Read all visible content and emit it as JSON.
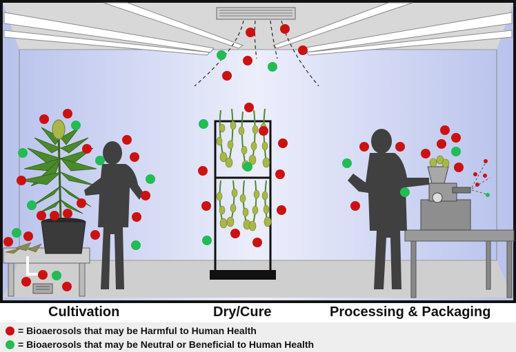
{
  "areas": {
    "cultivation": "Cultivation",
    "dry_cure": "Dry/Cure",
    "processing": "Processing & Packaging"
  },
  "legend": {
    "harmful": {
      "color": "#cc1111",
      "text": "= Bioaerosols that may be Harmful to Human Health"
    },
    "neutral": {
      "color": "#22bb55",
      "text": "= Bioaerosols that may be Neutral or Beneficial to Human Health"
    }
  },
  "colors": {
    "wall": "#dde2f6",
    "ceiling": "#d6d6d6",
    "floor": "#d0d0d0",
    "silhouette": "#404040",
    "plant_green": "#4a8a2c",
    "bud_green": "#a8b848"
  }
}
